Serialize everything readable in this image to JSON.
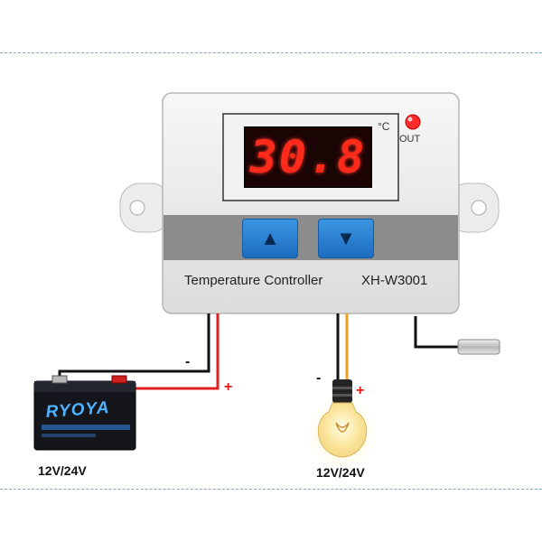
{
  "device": {
    "title": "Temperature Controller",
    "model": "XH-W3001",
    "display_value": "30.8",
    "unit": "°C",
    "out_label": "OUT"
  },
  "buttons": {
    "up_icon": "▲",
    "down_icon": "▼"
  },
  "wiring": {
    "battery_minus": "-",
    "battery_plus": "+",
    "lamp_minus": "-",
    "lamp_plus": "+"
  },
  "battery": {
    "brand": "RYOYA"
  },
  "labels": {
    "battery_voltage": "12V/24V",
    "lamp_voltage": "12V/24V"
  },
  "colors": {
    "led_red": "#ff2a1a",
    "button_blue": "#2a7fd4",
    "wire_red": "#e02020",
    "wire_orange": "#f0a020",
    "battery_body": "#14161c"
  }
}
